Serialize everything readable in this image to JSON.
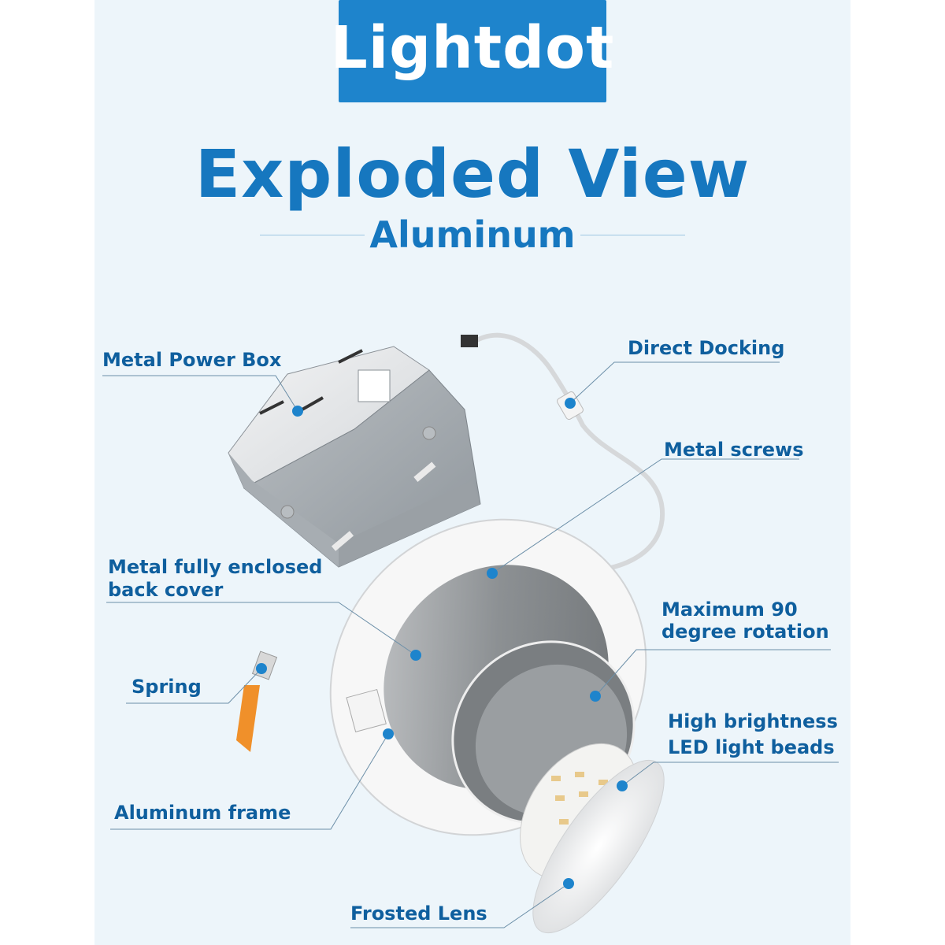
{
  "brand": {
    "name": "Lightdot",
    "color": "#1e84cc"
  },
  "header": {
    "title": "Exploded View",
    "subtitle": "Aluminum",
    "title_color": "#1677bf"
  },
  "callouts": [
    {
      "id": "metal-power-box",
      "lines": [
        "Metal Power Box"
      ]
    },
    {
      "id": "direct-docking",
      "lines": [
        "Direct Docking"
      ]
    },
    {
      "id": "metal-screws",
      "lines": [
        "Metal screws"
      ]
    },
    {
      "id": "back-cover",
      "lines": [
        "Metal fully enclosed",
        "back cover"
      ]
    },
    {
      "id": "rotation",
      "lines": [
        "Maximum 90",
        "degree rotation"
      ]
    },
    {
      "id": "spring",
      "lines": [
        "Spring"
      ]
    },
    {
      "id": "led-beads",
      "lines": [
        "High brightness",
        "LED light beads"
      ]
    },
    {
      "id": "aluminum-frame",
      "lines": [
        "Aluminum frame"
      ]
    },
    {
      "id": "frosted-lens",
      "lines": [
        "Frosted Lens"
      ]
    }
  ],
  "colors": {
    "background": "#edf5fa",
    "label": "#0f5f9e",
    "marker_dot": "#1e84cc",
    "spring_accent": "#f0902a"
  }
}
